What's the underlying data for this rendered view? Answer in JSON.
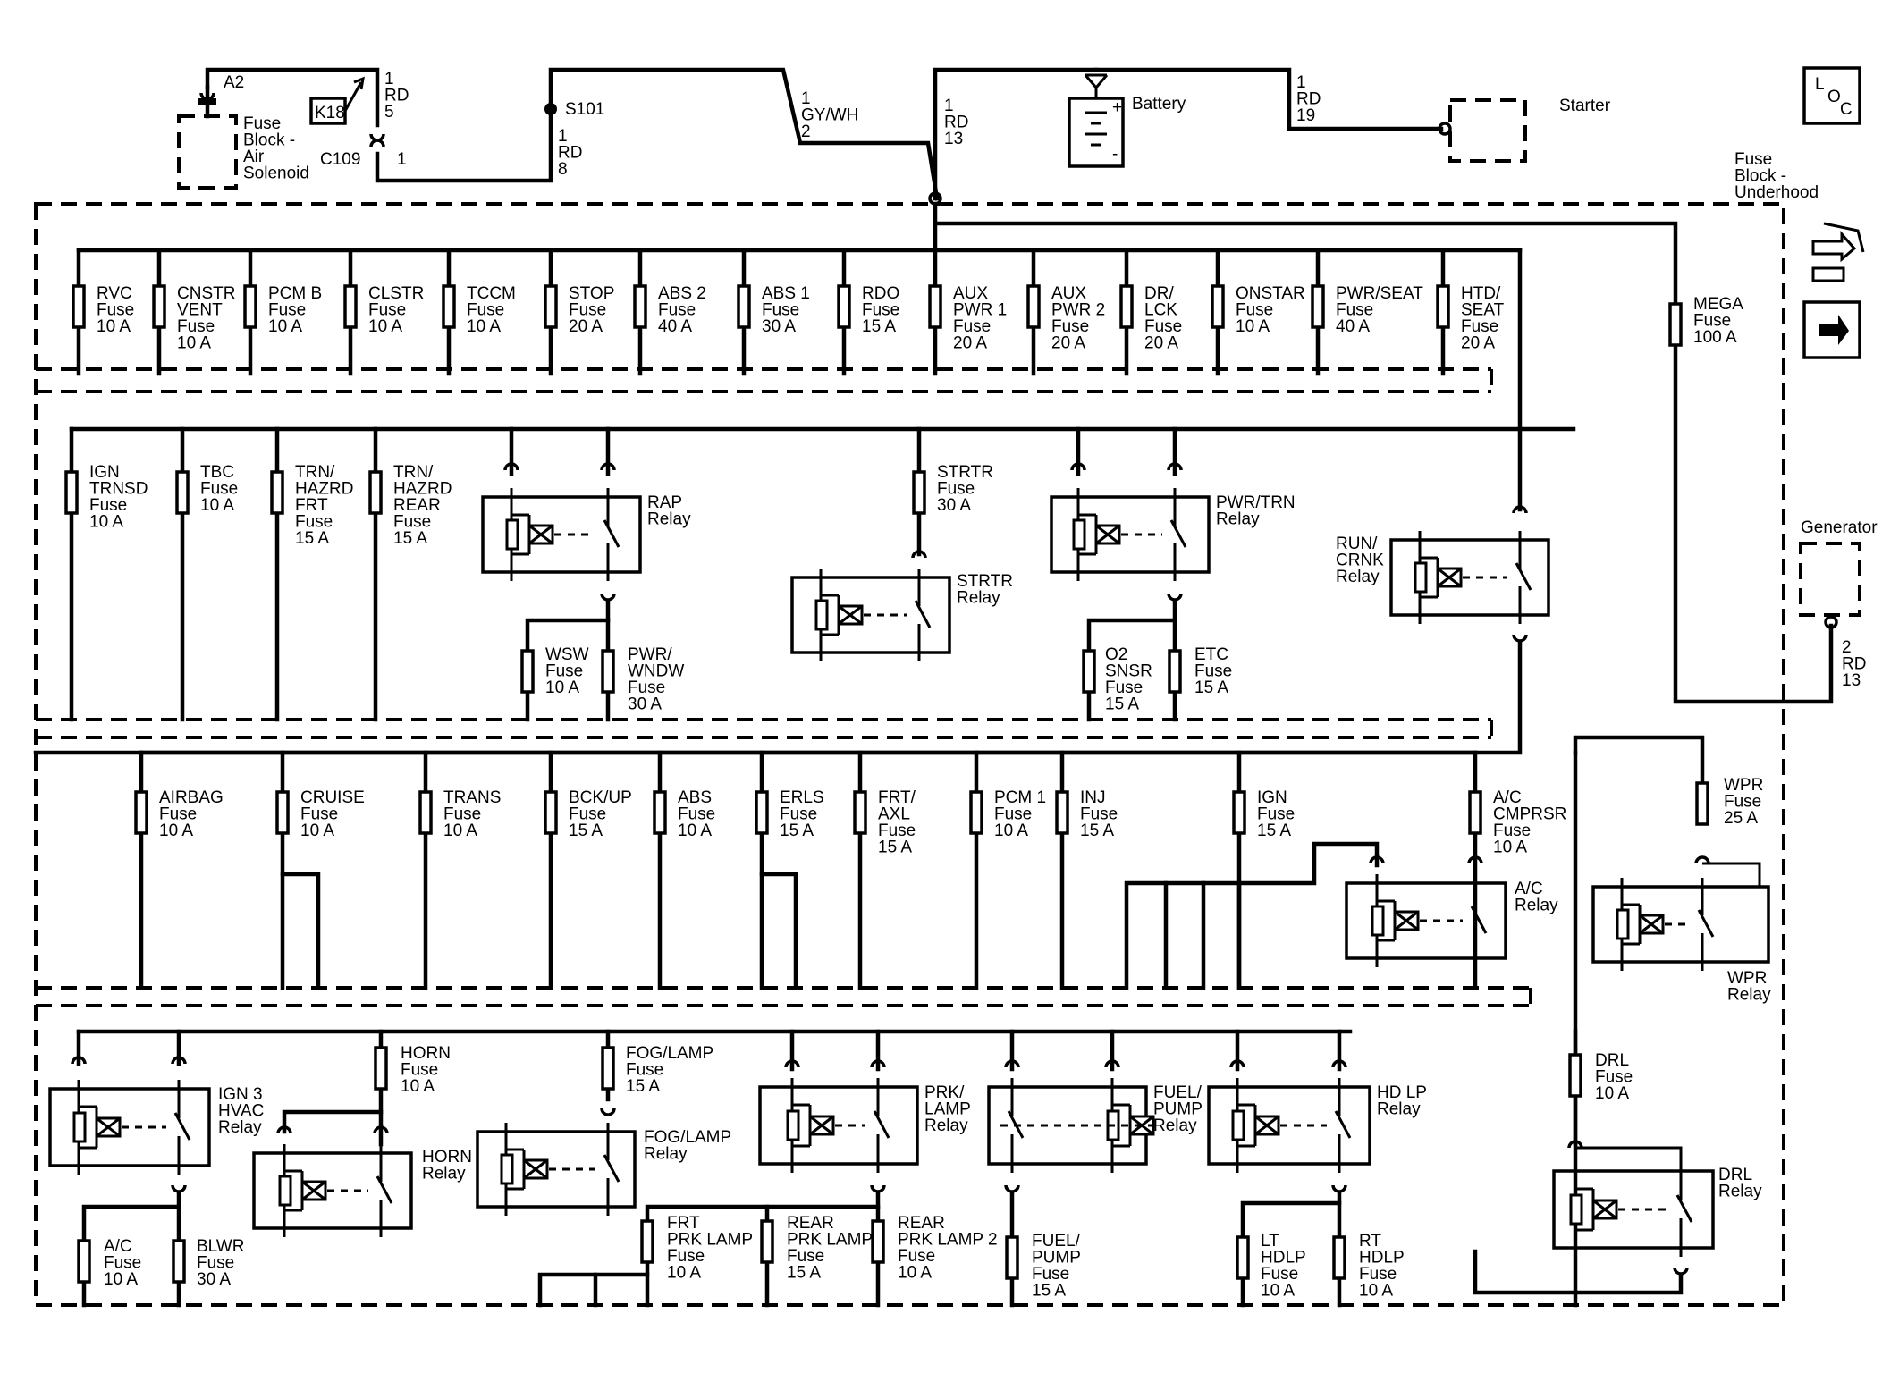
{
  "legend": {
    "loc_letters": [
      "L",
      "O",
      "C"
    ]
  },
  "top": {
    "fuse_block_air": [
      "Fuse",
      "Block -",
      "Air",
      "Solenoid"
    ],
    "pin_a2": "A2",
    "k18": "K18",
    "c109": "C109",
    "c109_pin": "1",
    "wire_rd5": [
      "1",
      "RD",
      "5"
    ],
    "s101": "S101",
    "wire_rd8": [
      "1",
      "RD",
      "8"
    ],
    "wire_gywh2": [
      "1",
      "GY/WH",
      "2"
    ],
    "wire_rd13": [
      "1",
      "RD",
      "13"
    ],
    "battery": "Battery",
    "battery_plus": "+",
    "battery_minus": "-",
    "wire_rd19": [
      "1",
      "RD",
      "19"
    ],
    "starter": "Starter",
    "fuse_block_underhood": [
      "Fuse",
      "Block -",
      "Underhood"
    ]
  },
  "row1_fuses": [
    {
      "lines": [
        "RVC",
        "Fuse",
        "10 A"
      ]
    },
    {
      "lines": [
        "CNSTR",
        "VENT",
        "Fuse",
        "10 A"
      ]
    },
    {
      "lines": [
        "PCM B",
        "Fuse",
        "10 A"
      ]
    },
    {
      "lines": [
        "CLSTR",
        "Fuse",
        "10 A"
      ]
    },
    {
      "lines": [
        "TCCM",
        "Fuse",
        "10 A"
      ]
    },
    {
      "lines": [
        "STOP",
        "Fuse",
        "20 A"
      ]
    },
    {
      "lines": [
        "ABS 2",
        "Fuse",
        "40 A"
      ]
    },
    {
      "lines": [
        "ABS 1",
        "Fuse",
        "30 A"
      ]
    },
    {
      "lines": [
        "RDO",
        "Fuse",
        "15 A"
      ]
    },
    {
      "lines": [
        "AUX",
        "PWR 1",
        "Fuse",
        "20 A"
      ]
    },
    {
      "lines": [
        "AUX",
        "PWR 2",
        "Fuse",
        "20 A"
      ]
    },
    {
      "lines": [
        "DR/",
        "LCK",
        "Fuse",
        "20 A"
      ]
    },
    {
      "lines": [
        "ONSTAR",
        "Fuse",
        "10 A"
      ]
    },
    {
      "lines": [
        "PWR/SEAT",
        "Fuse",
        "40 A"
      ]
    },
    {
      "lines": [
        "HTD/",
        "SEAT",
        "Fuse",
        "20 A"
      ]
    }
  ],
  "mega_fuse": [
    "MEGA",
    "Fuse",
    "100 A"
  ],
  "row2_fuses": [
    {
      "lines": [
        "IGN",
        "TRNSD",
        "Fuse",
        "10 A"
      ]
    },
    {
      "lines": [
        "TBC",
        "Fuse",
        "10 A"
      ]
    },
    {
      "lines": [
        "TRN/",
        "HAZRD",
        "FRT",
        "Fuse",
        "15 A"
      ]
    },
    {
      "lines": [
        "TRN/",
        "HAZRD",
        "REAR",
        "Fuse",
        "15 A"
      ]
    },
    {
      "lines": [
        "STRTR",
        "Fuse",
        "30 A"
      ]
    },
    {
      "lines": [
        "WSW",
        "Fuse",
        "10 A"
      ]
    },
    {
      "lines": [
        "PWR/",
        "WNDW",
        "Fuse",
        "30 A"
      ]
    },
    {
      "lines": [
        "O2",
        "SNSR",
        "Fuse",
        "15 A"
      ]
    },
    {
      "lines": [
        "ETC",
        "Fuse",
        "15 A"
      ]
    }
  ],
  "row2_relays": [
    {
      "lines": [
        "RAP",
        "Relay"
      ]
    },
    {
      "lines": [
        "STRTR",
        "Relay"
      ]
    },
    {
      "lines": [
        "PWR/TRN",
        "Relay"
      ]
    },
    {
      "lines": [
        "RUN/",
        "CRNK",
        "Relay"
      ]
    }
  ],
  "generator": {
    "label": "Generator",
    "wire": [
      "2",
      "RD",
      "13"
    ]
  },
  "row3_fuses": [
    {
      "lines": [
        "AIRBAG",
        "Fuse",
        "10 A"
      ]
    },
    {
      "lines": [
        "CRUISE",
        "Fuse",
        "10 A"
      ]
    },
    {
      "lines": [
        "TRANS",
        "Fuse",
        "10 A"
      ]
    },
    {
      "lines": [
        "BCK/UP",
        "Fuse",
        "15 A"
      ]
    },
    {
      "lines": [
        "ABS",
        "Fuse",
        "10 A"
      ]
    },
    {
      "lines": [
        "ERLS",
        "Fuse",
        "15 A"
      ]
    },
    {
      "lines": [
        "FRT/",
        "AXL",
        "Fuse",
        "15 A"
      ]
    },
    {
      "lines": [
        "PCM 1",
        "Fuse",
        "10 A"
      ]
    },
    {
      "lines": [
        "INJ",
        "Fuse",
        "15 A"
      ]
    },
    {
      "lines": [
        "IGN",
        "Fuse",
        "15 A"
      ]
    },
    {
      "lines": [
        "A/C",
        "CMPRSR",
        "Fuse",
        "10 A"
      ]
    },
    {
      "lines": [
        "WPR",
        "Fuse",
        "25 A"
      ]
    }
  ],
  "row3_relays": [
    {
      "lines": [
        "A/C",
        "Relay"
      ]
    },
    {
      "lines": [
        "WPR",
        "Relay"
      ]
    }
  ],
  "row4_fuses": [
    {
      "lines": [
        "HORN",
        "Fuse",
        "10 A"
      ]
    },
    {
      "lines": [
        "FOG/LAMP",
        "Fuse",
        "15 A"
      ]
    },
    {
      "lines": [
        "DRL",
        "Fuse",
        "10 A"
      ]
    },
    {
      "lines": [
        "A/C",
        "Fuse",
        "10 A"
      ]
    },
    {
      "lines": [
        "BLWR",
        "Fuse",
        "30 A"
      ]
    },
    {
      "lines": [
        "FRT",
        "PRK LAMP",
        "Fuse",
        "10 A"
      ]
    },
    {
      "lines": [
        "REAR",
        "PRK LAMP",
        "Fuse",
        "15 A"
      ]
    },
    {
      "lines": [
        "REAR",
        "PRK LAMP 2",
        "Fuse",
        "10 A"
      ]
    },
    {
      "lines": [
        "FUEL/",
        "PUMP",
        "Fuse",
        "15 A"
      ]
    },
    {
      "lines": [
        "LT",
        "HDLP",
        "Fuse",
        "10 A"
      ]
    },
    {
      "lines": [
        "RT",
        "HDLP",
        "Fuse",
        "10 A"
      ]
    }
  ],
  "row4_relays": [
    {
      "lines": [
        "IGN 3",
        "HVAC",
        "Relay"
      ]
    },
    {
      "lines": [
        "HORN",
        "Relay"
      ]
    },
    {
      "lines": [
        "FOG/LAMP",
        "Relay"
      ]
    },
    {
      "lines": [
        "PRK/",
        "LAMP",
        "Relay"
      ]
    },
    {
      "lines": [
        "FUEL/",
        "PUMP",
        "Relay"
      ]
    },
    {
      "lines": [
        "HD LP",
        "Relay"
      ]
    },
    {
      "lines": [
        "DRL",
        "Relay"
      ]
    }
  ]
}
